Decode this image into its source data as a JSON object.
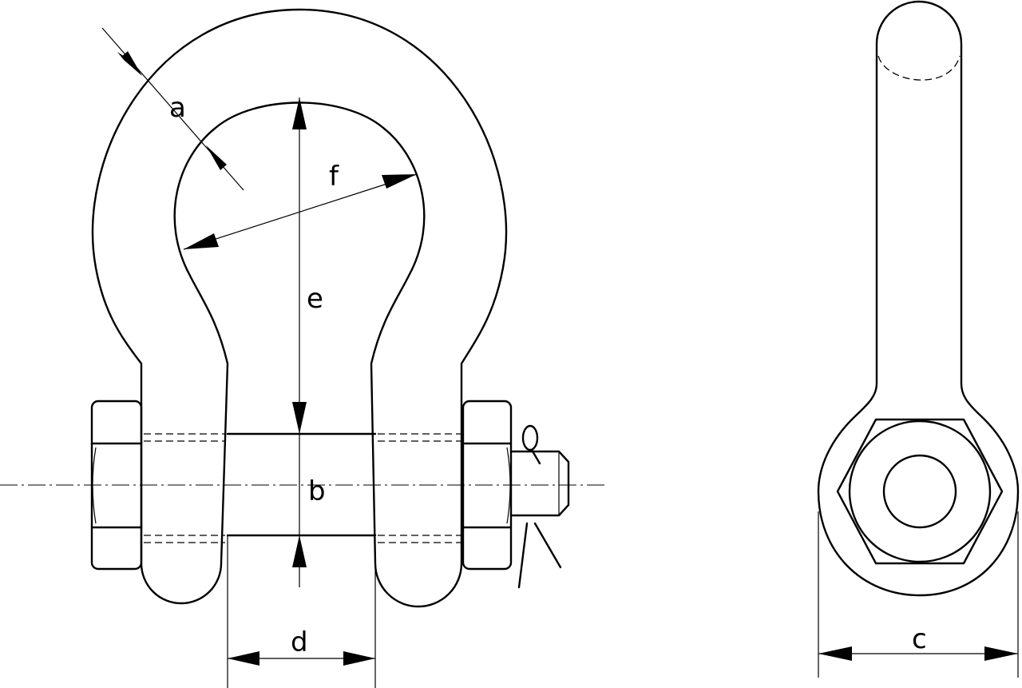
{
  "labels": {
    "a": "a",
    "b": "b",
    "c": "c",
    "d": "d",
    "e": "e",
    "f": "f"
  },
  "colors": {
    "line": "#000000",
    "background": "#ffffff"
  }
}
